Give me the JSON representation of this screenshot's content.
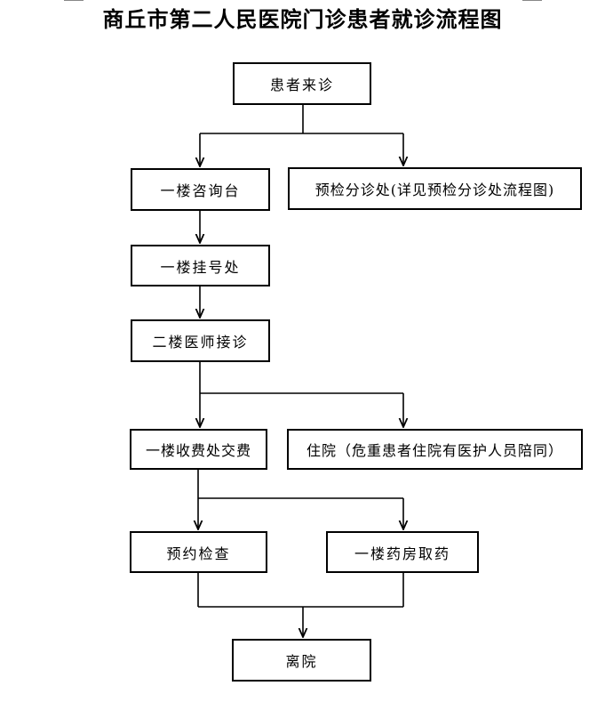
{
  "title": "商丘市第二人民医院门诊患者就诊流程图",
  "nodes": {
    "patient_arrival": "患者来诊",
    "inquiry_desk": "一楼咨询台",
    "pre_triage": "预检分诊处(详见预检分诊处流程图)",
    "registration": "一楼挂号处",
    "doctor_visit": "二楼医师接诊",
    "payment": "一楼收费处交费",
    "hospitalization": "住院（危重患者住院有医护人员陪同）",
    "exam_appointment": "预约检查",
    "pharmacy": "一楼药房取药",
    "discharge": "离院"
  }
}
